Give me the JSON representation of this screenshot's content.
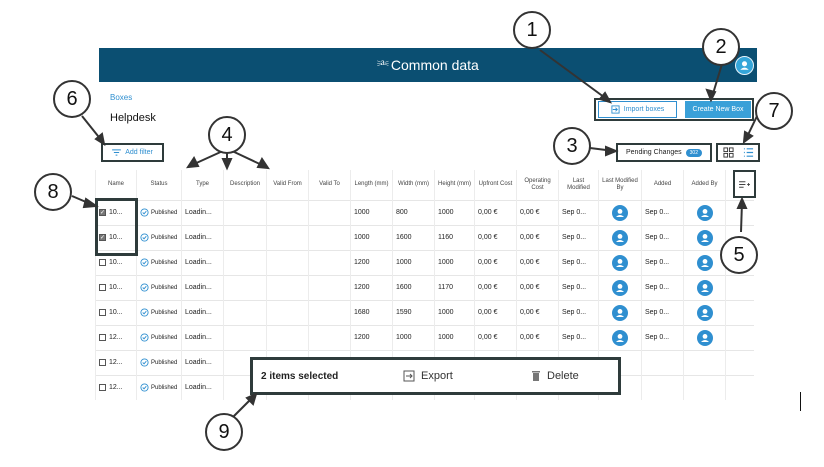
{
  "header": {
    "title": "Common data"
  },
  "breadcrumb": "Boxes",
  "page_title": "Helpdesk",
  "toolbar": {
    "import_label": "Import boxes",
    "create_label": "Create New Box",
    "add_filter_label": "Add filter",
    "pending_label": "Pending Changes",
    "pending_count": "302"
  },
  "columns": [
    "Name",
    "Status",
    "Type",
    "Description",
    "Valid From",
    "Valid To",
    "Length (mm)",
    "Width (mm)",
    "Height (mm)",
    "Upfront Cost",
    "Operating Cost",
    "Last Modified",
    "Last Modified By",
    "Added",
    "Added By"
  ],
  "rows": [
    {
      "checked": true,
      "name": "10...",
      "status": "Published",
      "type": "Loadin...",
      "length": "1000",
      "width": "800",
      "height": "1000",
      "upfront": "0,00 €",
      "operating": "0,00 €",
      "modified": "Sep 0...",
      "added": "Sep 0..."
    },
    {
      "checked": true,
      "name": "10...",
      "status": "Published",
      "type": "Loadin...",
      "length": "1000",
      "width": "1600",
      "height": "1160",
      "upfront": "0,00 €",
      "operating": "0,00 €",
      "modified": "Sep 0...",
      "added": "Sep 0..."
    },
    {
      "checked": false,
      "name": "10...",
      "status": "Published",
      "type": "Loadin...",
      "length": "1200",
      "width": "1000",
      "height": "1000",
      "upfront": "0,00 €",
      "operating": "0,00 €",
      "modified": "Sep 0...",
      "added": "Sep 0..."
    },
    {
      "checked": false,
      "name": "10...",
      "status": "Published",
      "type": "Loadin...",
      "length": "1200",
      "width": "1600",
      "height": "1170",
      "upfront": "0,00 €",
      "operating": "0,00 €",
      "modified": "Sep 0...",
      "added": "Sep 0..."
    },
    {
      "checked": false,
      "name": "10...",
      "status": "Published",
      "type": "Loadin...",
      "length": "1680",
      "width": "1590",
      "height": "1000",
      "upfront": "0,00 €",
      "operating": "0,00 €",
      "modified": "Sep 0...",
      "added": "Sep 0..."
    },
    {
      "checked": false,
      "name": "12...",
      "status": "Published",
      "type": "Loadin...",
      "length": "1200",
      "width": "1000",
      "height": "1000",
      "upfront": "0,00 €",
      "operating": "0,00 €",
      "modified": "Sep 0...",
      "added": "Sep 0..."
    },
    {
      "checked": false,
      "name": "12...",
      "status": "Published",
      "type": "Loadin...",
      "length": "",
      "width": "",
      "height": "",
      "upfront": "",
      "operating": "",
      "modified": "",
      "added": ""
    },
    {
      "checked": false,
      "name": "12...",
      "status": "Published",
      "type": "Loadin...",
      "length": "",
      "width": "",
      "height": "",
      "upfront": "",
      "operating": "",
      "modified": "",
      "added": ""
    }
  ],
  "bulk_bar": {
    "selected_label": "2 items selected",
    "export_label": "Export",
    "delete_label": "Delete"
  },
  "callouts": [
    "1",
    "2",
    "3",
    "4",
    "5",
    "6",
    "7",
    "8",
    "9"
  ],
  "colors": {
    "header_bg": "#0b4f72",
    "accent": "#2f8fd0",
    "outline": "#2e3b3b"
  },
  "icons": [
    "logo-icon",
    "user-avatar-icon",
    "import-icon",
    "filter-icon",
    "grid-view-icon",
    "list-view-icon",
    "column-picker-icon",
    "published-check-icon",
    "export-icon",
    "trash-icon"
  ]
}
